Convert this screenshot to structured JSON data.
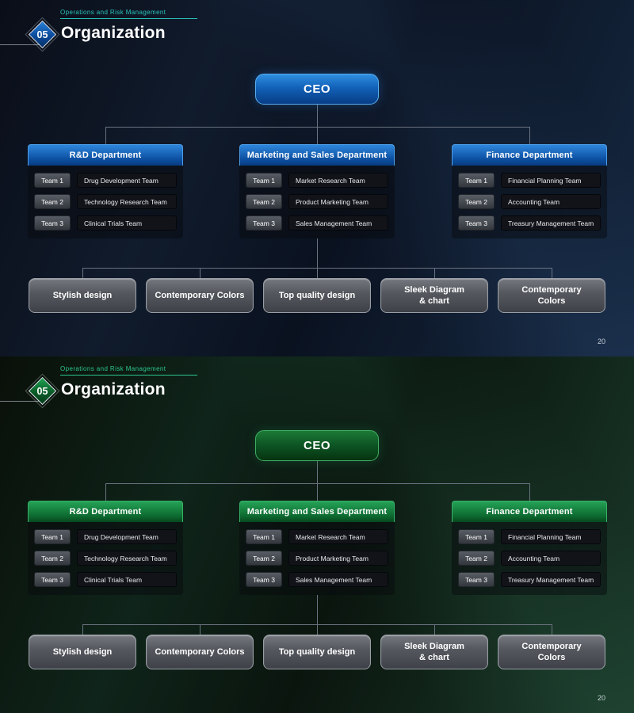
{
  "slide": {
    "eyebrow": "Operations and Risk Management",
    "badge": "05",
    "title": "Organization",
    "ceo_label": "CEO",
    "departments": [
      {
        "name": "R&D Department",
        "teams": [
          {
            "label": "Team 1",
            "name": "Drug Development Team"
          },
          {
            "label": "Team 2",
            "name": "Technology Research Team"
          },
          {
            "label": "Team 3",
            "name": "Clinical Trials Team"
          }
        ]
      },
      {
        "name": "Marketing and Sales Department",
        "teams": [
          {
            "label": "Team 1",
            "name": "Market Research Team"
          },
          {
            "label": "Team 2",
            "name": "Product Marketing Team"
          },
          {
            "label": "Team 3",
            "name": "Sales Management Team"
          }
        ]
      },
      {
        "name": "Finance Department",
        "teams": [
          {
            "label": "Team 1",
            "name": "Financial Planning Team"
          },
          {
            "label": "Team 2",
            "name": "Accounting Team"
          },
          {
            "label": "Team 3",
            "name": "Treasury Management Team"
          }
        ]
      }
    ],
    "features": [
      {
        "lines": [
          "Stylish design",
          ""
        ]
      },
      {
        "lines": [
          "Contemporary Colors",
          ""
        ]
      },
      {
        "lines": [
          "Top quality design",
          ""
        ]
      },
      {
        "lines": [
          "Sleek Diagram",
          "& chart"
        ]
      },
      {
        "lines": [
          "Contemporary",
          "Colors"
        ]
      }
    ],
    "page_number": "20"
  },
  "themes": [
    {
      "id": "blue",
      "accent": "#1261b8"
    },
    {
      "id": "green",
      "accent": "#0d6b30"
    }
  ]
}
